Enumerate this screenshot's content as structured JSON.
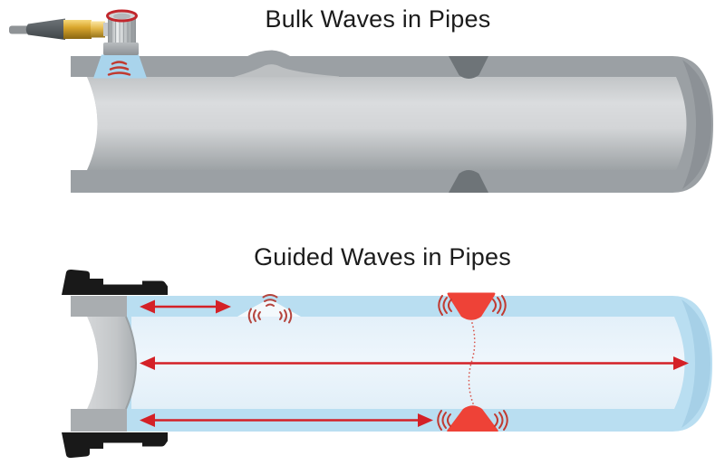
{
  "figures": {
    "bulk": {
      "title": "Bulk Waves in Pipes"
    },
    "guided": {
      "title": "Guided Waves in Pipes"
    }
  },
  "components": [
    "angle-beam-transducer",
    "transducer-cable",
    "ultrasonic-beam",
    "steel-pipe",
    "corrosion-defect",
    "girth-weld",
    "guided-wave-ring-collar",
    "guided-wave-arrows",
    "weld-reflection",
    "defect-reflection"
  ],
  "colors": {
    "title_text": "#1c1c1c",
    "pipe_band_gray": "#9ba0a4",
    "pipe_cap_gray": "#8c9196",
    "weld_gray": "#6e7478",
    "defect_gray": "#bdc0c2",
    "beam_blue": "#a9d4ec",
    "beam_wave_red": "#c03a30",
    "guided_band_blue": "#b9def1",
    "guided_body_blue": "#eaf4fb",
    "guided_cap_blue": "#a6d0e7",
    "gray_end_band": "#a9adb0",
    "arrow_red": "#d42127",
    "weld_red": "#ee4237",
    "reflection_red": "#b5453e",
    "weld_echo_red": "#c13a31",
    "dotted_red": "#d8564d",
    "collar_black": "#191919",
    "transducer_gold": "#d9a62c",
    "white": "#ffffff"
  }
}
